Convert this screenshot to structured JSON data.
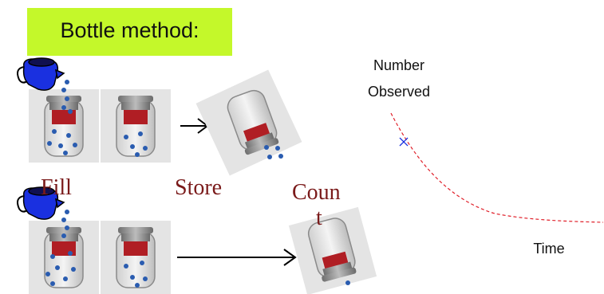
{
  "title": "Bottle method:",
  "labels": {
    "fill": "Fill",
    "store": "Store",
    "count": "Coun",
    "count_wrap": "t"
  },
  "graph": {
    "ylabel_line1": "Number",
    "ylabel_line2": "Observed",
    "xlabel": "Time"
  },
  "colors": {
    "title_bg": "#c4f82a",
    "label_text": "#7a1a1a",
    "jar_lid": "#8a8a8a",
    "jar_band": "#b01e24",
    "dots": "#2a5cb0",
    "pitcher": "#1a30e0",
    "curve": "#e0202a",
    "marker": "#1a30e0"
  }
}
